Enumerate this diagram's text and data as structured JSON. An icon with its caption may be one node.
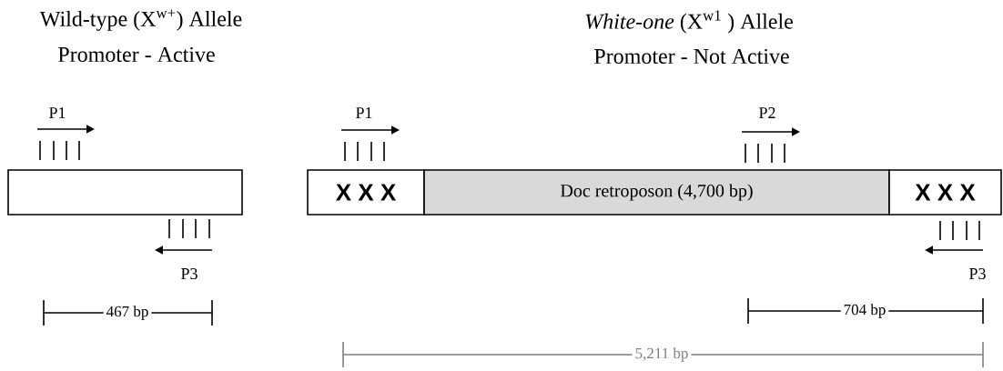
{
  "diagram": {
    "nodes": [
      {
        "text": [],
        "shape": "box"
      },
      {
        "text": [
          "X X X"
        ]
      },
      {
        "text": [
          "Doc retroposon (4,700 bp)"
        ]
      },
      {
        "text": [
          "X X X"
        ]
      }
    ],
    "labels": [
      "Wild-type (X$^{w+}$) Allele",
      "*White-one* (X$^{w1}$ ) Allele",
      "Promoter - Active",
      "Promoter - Not Active",
      "P1",
      "P1",
      "P2",
      "P3",
      "P3",
      "467 bp",
      "704 bp",
      "5,211 bp"
    ]
  }
}
